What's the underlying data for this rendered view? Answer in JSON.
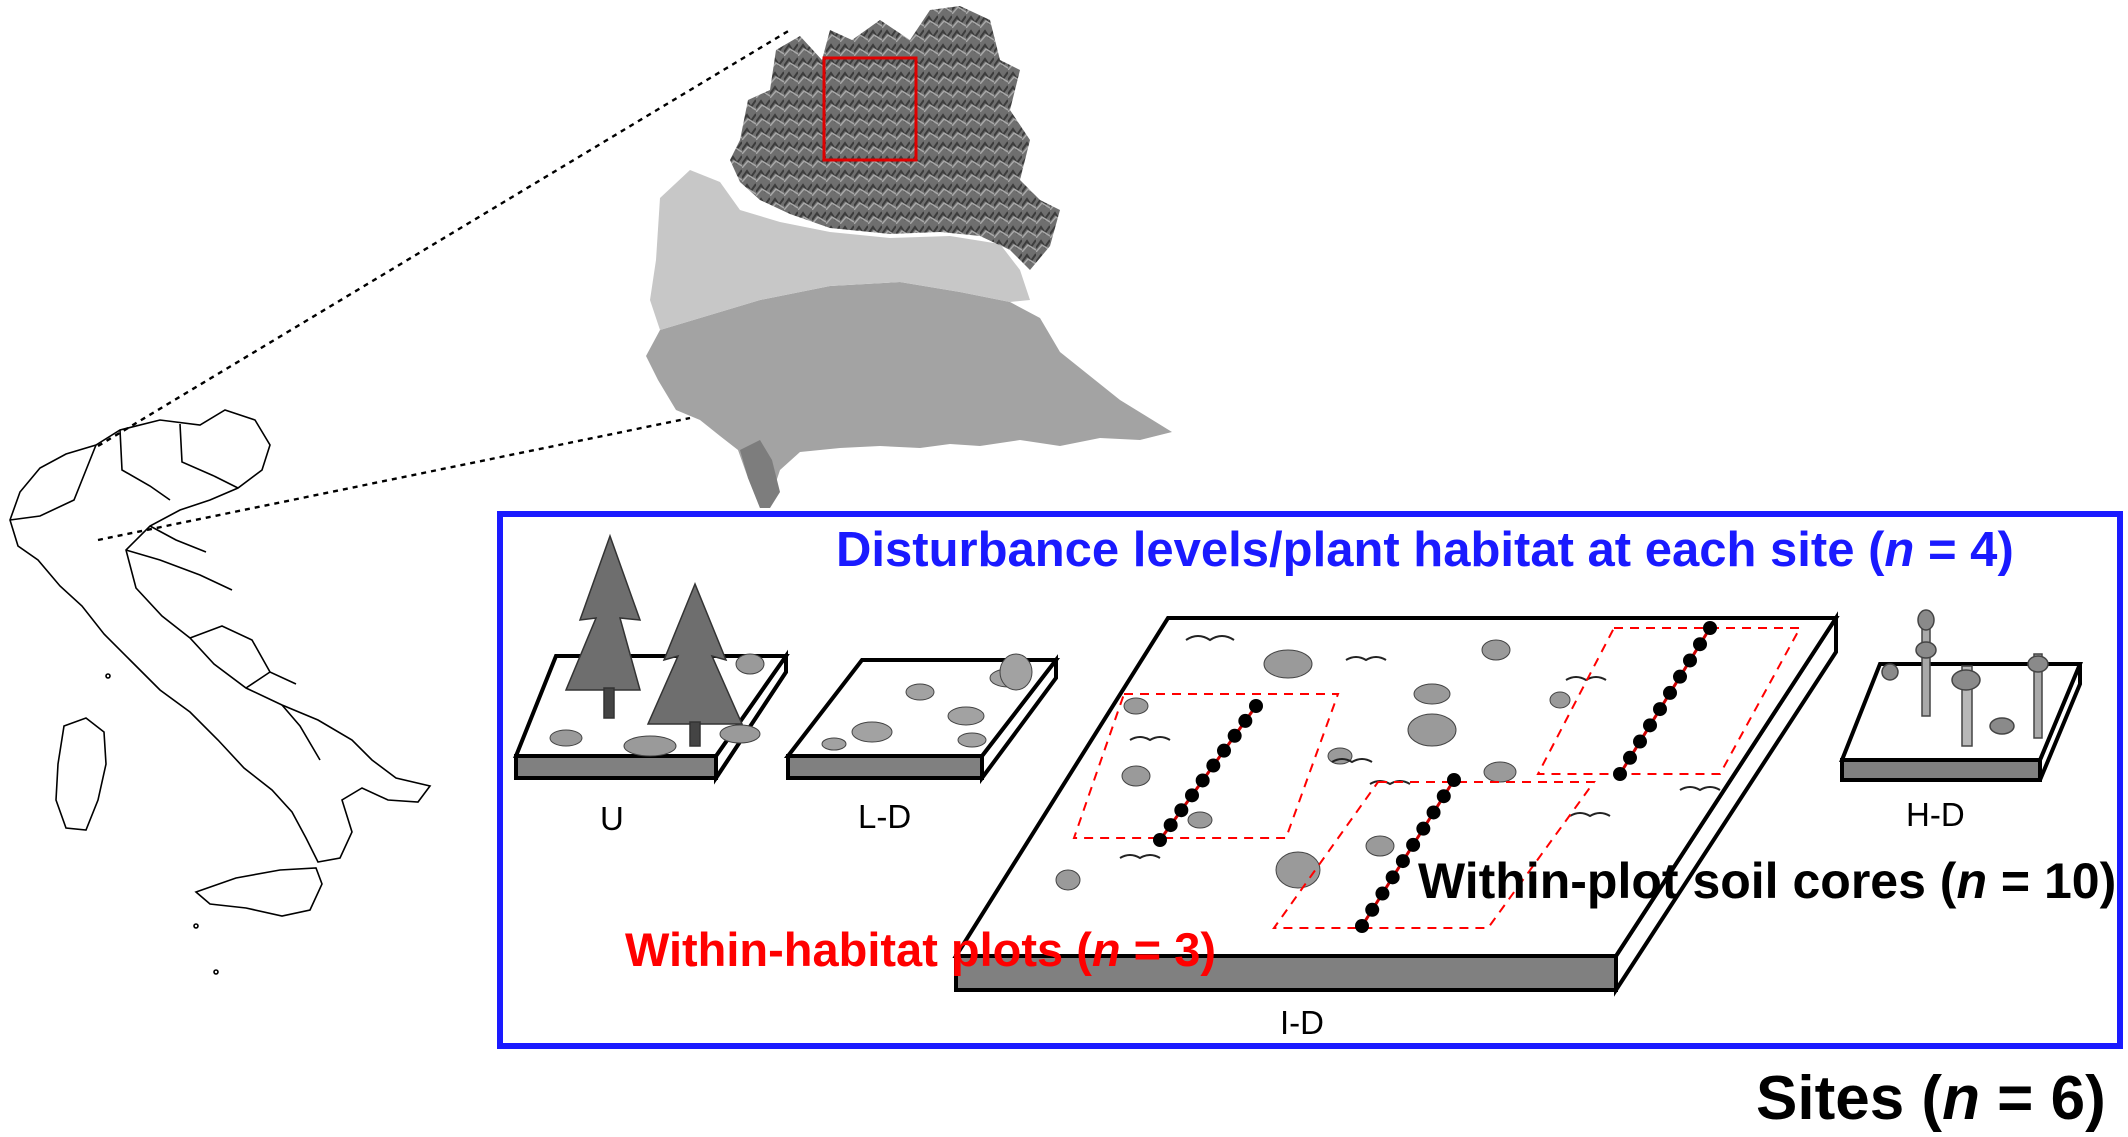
{
  "labels": {
    "habitat_title_main": "Disturbance levels/plant habitat at each site",
    "habitat_title_n": "n",
    "habitat_title_val": "4",
    "plots_main": "Within-habitat plots",
    "plots_n": "n",
    "plots_val": "3",
    "cores_main": "Within-plot soil cores",
    "cores_n": "n",
    "cores_val": "10",
    "sites_main": "Sites",
    "sites_n": "n",
    "sites_val": "6"
  },
  "habitats": [
    {
      "id": "U",
      "label": "U"
    },
    {
      "id": "L-D",
      "label": "L-D"
    },
    {
      "id": "I-D",
      "label": "I-D"
    },
    {
      "id": "H-D",
      "label": "H-D"
    }
  ],
  "colors": {
    "habitat_box": "#1a1aff",
    "plot_outline": "#ff0000",
    "soil_core": "#000000",
    "core_stroke": "#cc0000",
    "region_highlight": "#e00000",
    "map_outline": "#000000"
  },
  "icons": [
    "italy-map-icon",
    "lombardy-relief-map-icon",
    "conifer-tree-icon",
    "grass-tuft-icon",
    "flower-icon",
    "soil-core-dot-icon"
  ]
}
